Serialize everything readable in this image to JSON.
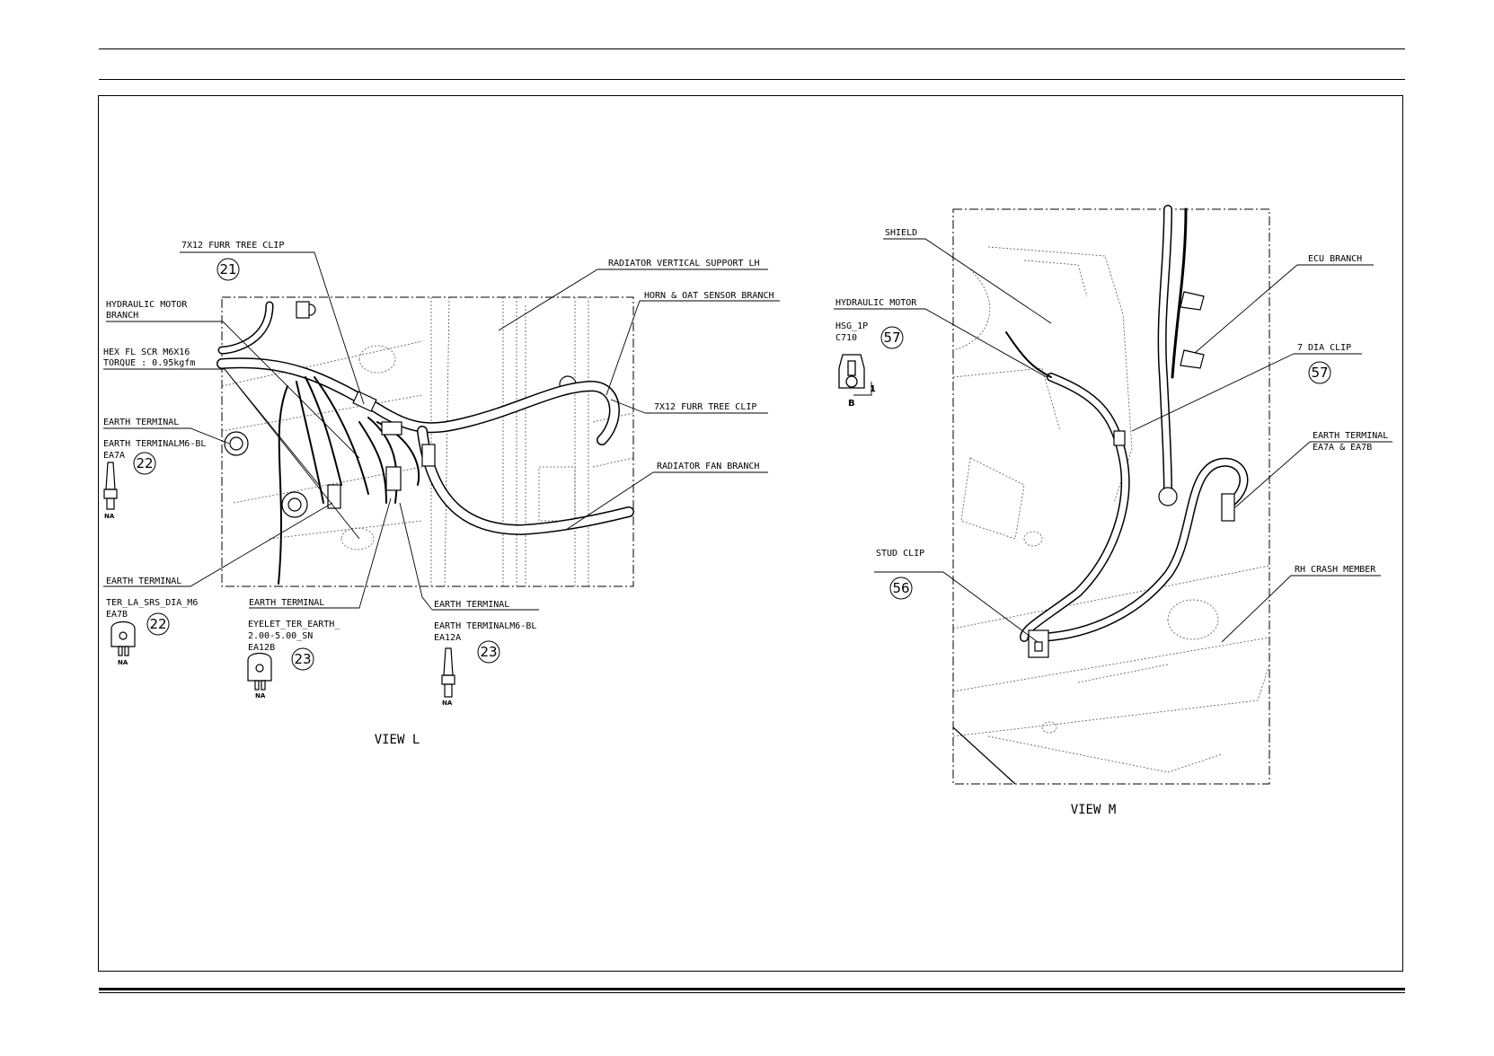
{
  "views": {
    "view_l": {
      "caption": "VIEW L",
      "labels": {
        "furr_tree_clip_top": "7X12  FURR TREE CLIP",
        "radiator_vertical_support": "RADIATOR VERTICAL SUPPORT LH",
        "hydraulic_motor_branch_1": "HYDRAULIC MOTOR",
        "hydraulic_motor_branch_2": "BRANCH",
        "horn_oat_branch": "HORN & OAT SENSOR BRANCH",
        "hex_screw_1": "HEX FL SCR M6X16",
        "hex_screw_2": "TORQUE : 0.95kgfm",
        "furr_tree_clip_right": "7X12 FURR TREE CLIP",
        "earth_terminal_1": "EARTH TERMINAL",
        "earth_terminal_m6_1": "EARTH TERMINALM6-BL",
        "ea7a": "EA7A",
        "radiator_fan_branch": "RADIATOR FAN BRANCH",
        "earth_terminal_2": "EARTH TERMINAL",
        "ter_la_srs": "TER_LA_SRS_DIA_M6",
        "ea7b": "EA7B",
        "earth_terminal_3": "EARTH TERMINAL",
        "eyelet_1": "EYELET_TER_EARTH_",
        "eyelet_2": "2.00-5.00_SN",
        "ea12b": "EA12B",
        "earth_terminal_4": "EARTH TERMINAL",
        "earth_terminal_m6_2": "EARTH TERMINALM6-BL",
        "ea12a": "EA12A",
        "na": "NA"
      },
      "bubbles": {
        "b21": "21",
        "b22a": "22",
        "b22b": "22",
        "b23a": "23",
        "b23b": "23"
      }
    },
    "view_m": {
      "caption": "VIEW M",
      "labels": {
        "shield": "SHIELD",
        "ecu_branch": "ECU BRANCH",
        "hydraulic_motor": "HYDRAULIC MOTOR",
        "hsg": "HSG_1P",
        "c710": "C710",
        "seven_dia_clip": "7 DIA CLIP",
        "earth_terminal_1": "EARTH TERMINAL",
        "earth_terminal_2": "EA7A & EA7B",
        "stud_clip": "STUD CLIP",
        "rh_crash_member": "RH CRASH MEMBER",
        "pin_1": "1",
        "pin_b": "B"
      },
      "bubbles": {
        "b57a": "57",
        "b57b": "57",
        "b56": "56"
      }
    }
  }
}
